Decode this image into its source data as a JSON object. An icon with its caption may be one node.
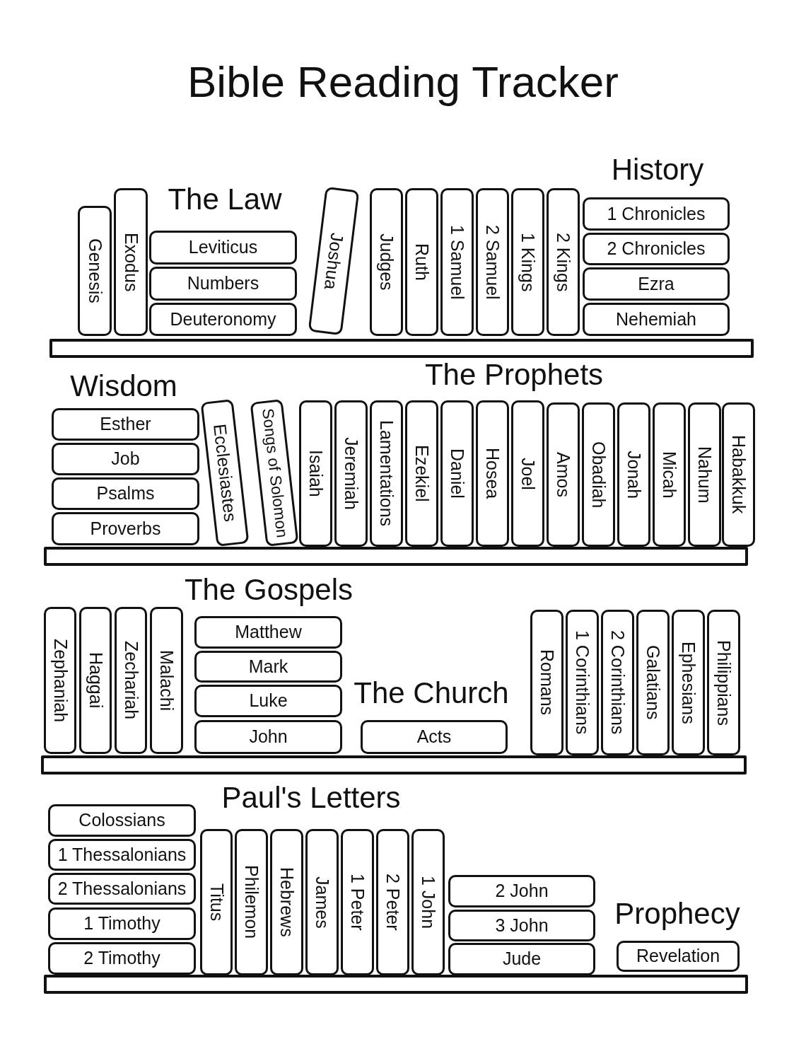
{
  "diagram": {
    "title": "Bible Reading Tracker",
    "nodes": [
      {
        "text": [
          "Genesis"
        ]
      },
      {
        "text": [
          "Exodus"
        ]
      },
      {
        "text": [
          "Leviticus"
        ]
      },
      {
        "text": [
          "Numbers"
        ]
      },
      {
        "text": [
          "Deuteronomy"
        ]
      },
      {
        "text": [
          "Joshua"
        ]
      },
      {
        "text": [
          "Judges"
        ]
      },
      {
        "text": [
          "Ruth"
        ]
      },
      {
        "text": [
          "1 Samuel"
        ]
      },
      {
        "text": [
          "2 Samuel"
        ]
      },
      {
        "text": [
          "1 Kings"
        ]
      },
      {
        "text": [
          "2 Kings"
        ]
      },
      {
        "text": [
          "1 Chronicles"
        ]
      },
      {
        "text": [
          "2 Chronicles"
        ]
      },
      {
        "text": [
          "Ezra"
        ]
      },
      {
        "text": [
          "Nehemiah"
        ]
      },
      {
        "text": [],
        "shape": "bar"
      },
      {
        "text": [
          "Esther"
        ]
      },
      {
        "text": [
          "Job"
        ]
      },
      {
        "text": [
          "Psalms"
        ]
      },
      {
        "text": [
          "Proverbs"
        ]
      },
      {
        "text": [
          "Ecclesiastes"
        ]
      },
      {
        "text": [
          "Songs of Solomon"
        ]
      },
      {
        "text": [
          "Isaiah"
        ]
      },
      {
        "text": [
          "Jeremiah"
        ]
      },
      {
        "text": [
          "Lamentations"
        ]
      },
      {
        "text": [
          "Ezekiel"
        ]
      },
      {
        "text": [
          "Daniel"
        ]
      },
      {
        "text": [
          "Hosea"
        ]
      },
      {
        "text": [
          "Joel"
        ]
      },
      {
        "text": [
          "Amos"
        ]
      },
      {
        "text": [
          "Obadiah"
        ]
      },
      {
        "text": [
          "Jonah"
        ]
      },
      {
        "text": [
          "Micah"
        ]
      },
      {
        "text": [
          "Nahum"
        ]
      },
      {
        "text": [
          "Habakkuk"
        ]
      },
      {
        "text": [],
        "shape": "bar"
      },
      {
        "text": [
          "Zephaniah"
        ]
      },
      {
        "text": [
          "Haggai"
        ]
      },
      {
        "text": [
          "Zechariah"
        ]
      },
      {
        "text": [
          "Malachi"
        ]
      },
      {
        "text": [
          "Matthew"
        ]
      },
      {
        "text": [
          "Mark"
        ]
      },
      {
        "text": [
          "Luke"
        ]
      },
      {
        "text": [
          "John"
        ]
      },
      {
        "text": [
          "Acts"
        ]
      },
      {
        "text": [
          "Romans"
        ]
      },
      {
        "text": [
          "1 Corinthians"
        ]
      },
      {
        "text": [
          "2 Corinthians"
        ]
      },
      {
        "text": [
          "Galatians"
        ]
      },
      {
        "text": [
          "Ephesians"
        ]
      },
      {
        "text": [
          "Philippians"
        ]
      },
      {
        "text": [],
        "shape": "bar"
      },
      {
        "text": [
          "Colossians"
        ]
      },
      {
        "text": [
          "1 Thessalonians"
        ]
      },
      {
        "text": [
          "2 Thessalonians"
        ]
      },
      {
        "text": [
          "1 Timothy"
        ]
      },
      {
        "text": [
          "2 Timothy"
        ]
      },
      {
        "text": [
          "Titus"
        ]
      },
      {
        "text": [
          "Philemon"
        ]
      },
      {
        "text": [
          "Hebrews"
        ]
      },
      {
        "text": [
          "James"
        ]
      },
      {
        "text": [
          "1 Peter"
        ]
      },
      {
        "text": [
          "2 Peter"
        ]
      },
      {
        "text": [
          "1 John"
        ]
      },
      {
        "text": [
          "2 John"
        ]
      },
      {
        "text": [
          "3 John"
        ]
      },
      {
        "text": [
          "Jude"
        ]
      },
      {
        "text": [
          "Revelation"
        ]
      },
      {
        "text": [],
        "shape": "bar"
      }
    ],
    "labels": [
      "History",
      "The Law",
      "The Prophets",
      "Wisdom",
      "The Gospels",
      "The Church",
      "Paul's Letters",
      "Prophecy"
    ]
  }
}
